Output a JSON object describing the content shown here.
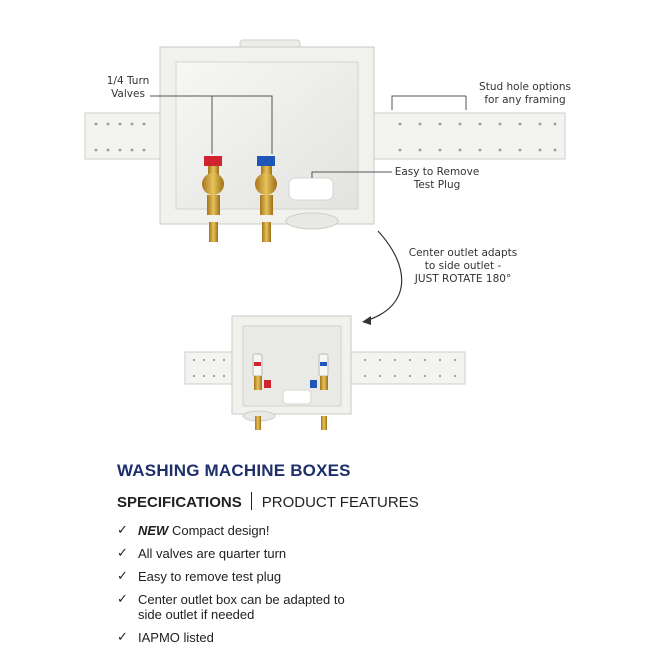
{
  "callouts": {
    "quarter_turn": [
      "1/4 Turn",
      "Valves"
    ],
    "stud_holes": [
      "Stud hole options",
      "for any framing"
    ],
    "test_plug": [
      "Easy to Remove",
      "Test Plug"
    ],
    "center_outlet": [
      "Center outlet adapts",
      "to side outlet -",
      "JUST ROTATE 180°"
    ]
  },
  "heading": "WASHING MACHINE BOXES",
  "subheading": {
    "specifications": "SPECIFICATIONS",
    "features": "PRODUCT FEATURES"
  },
  "features": [
    {
      "check": "✓",
      "emphasis": "NEW",
      "text": " Compact design!"
    },
    {
      "check": "✓",
      "emphasis": "",
      "text": "All valves are quarter turn"
    },
    {
      "check": "✓",
      "emphasis": "",
      "text": "Easy to remove test plug"
    },
    {
      "check": "✓",
      "emphasis": "",
      "text": "Center outlet box can be adapted to"
    },
    {
      "check": "✓",
      "emphasis": "",
      "text": "IAPMO listed"
    }
  ],
  "feature_continuation": "side outlet if needed",
  "colors": {
    "heading": "#1e2f6b",
    "box": "#f1f1ee",
    "hot_handle": "#d0222f",
    "cold_handle": "#2056b8",
    "brass": "#c9992f"
  },
  "icons": [
    "check-icon",
    "arrow-icon",
    "valve-icon"
  ]
}
